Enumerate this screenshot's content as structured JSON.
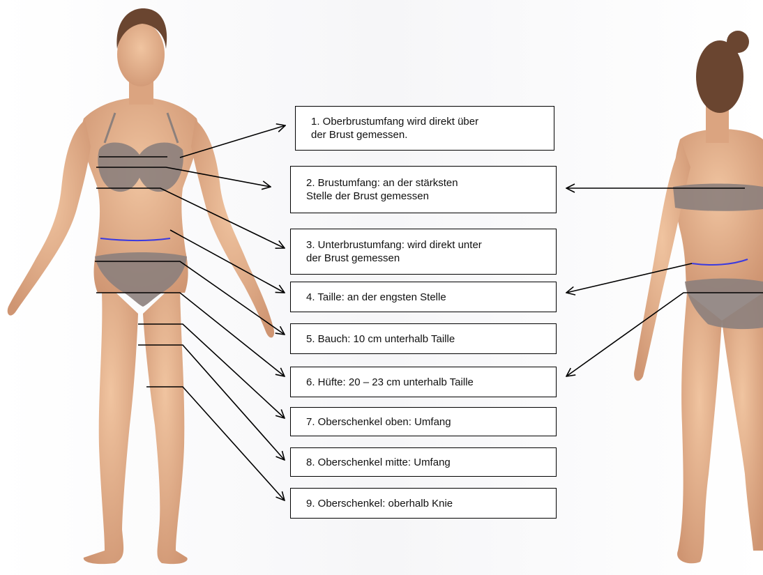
{
  "labels": [
    "1. Oberbrustumfang wird direkt über\n   der Brust gemessen.",
    "2. Brustumfang: an der stärksten\n   Stelle der Brust gemessen",
    "3. Unterbrustumfang: wird direkt unter\n   der Brust gemessen",
    "4. Taille: an der engsten Stelle",
    "5. Bauch: 10 cm unterhalb Taille",
    "6. Hüfte: 20 – 23 cm unterhalb Taille",
    "7.  Oberschenkel oben: Umfang",
    "8. Oberschenkel mitte: Umfang",
    "9. Oberschenkel: oberhalb Knie"
  ],
  "colors": {
    "skin": "#e6b48f",
    "skin_shadow": "#c98e68",
    "underwear": "#8c807c",
    "hair": "#6a4530",
    "waist_line": "#3a3ae0",
    "line": "#000000"
  },
  "figures": [
    "front-view-figure",
    "back-view-figure"
  ]
}
